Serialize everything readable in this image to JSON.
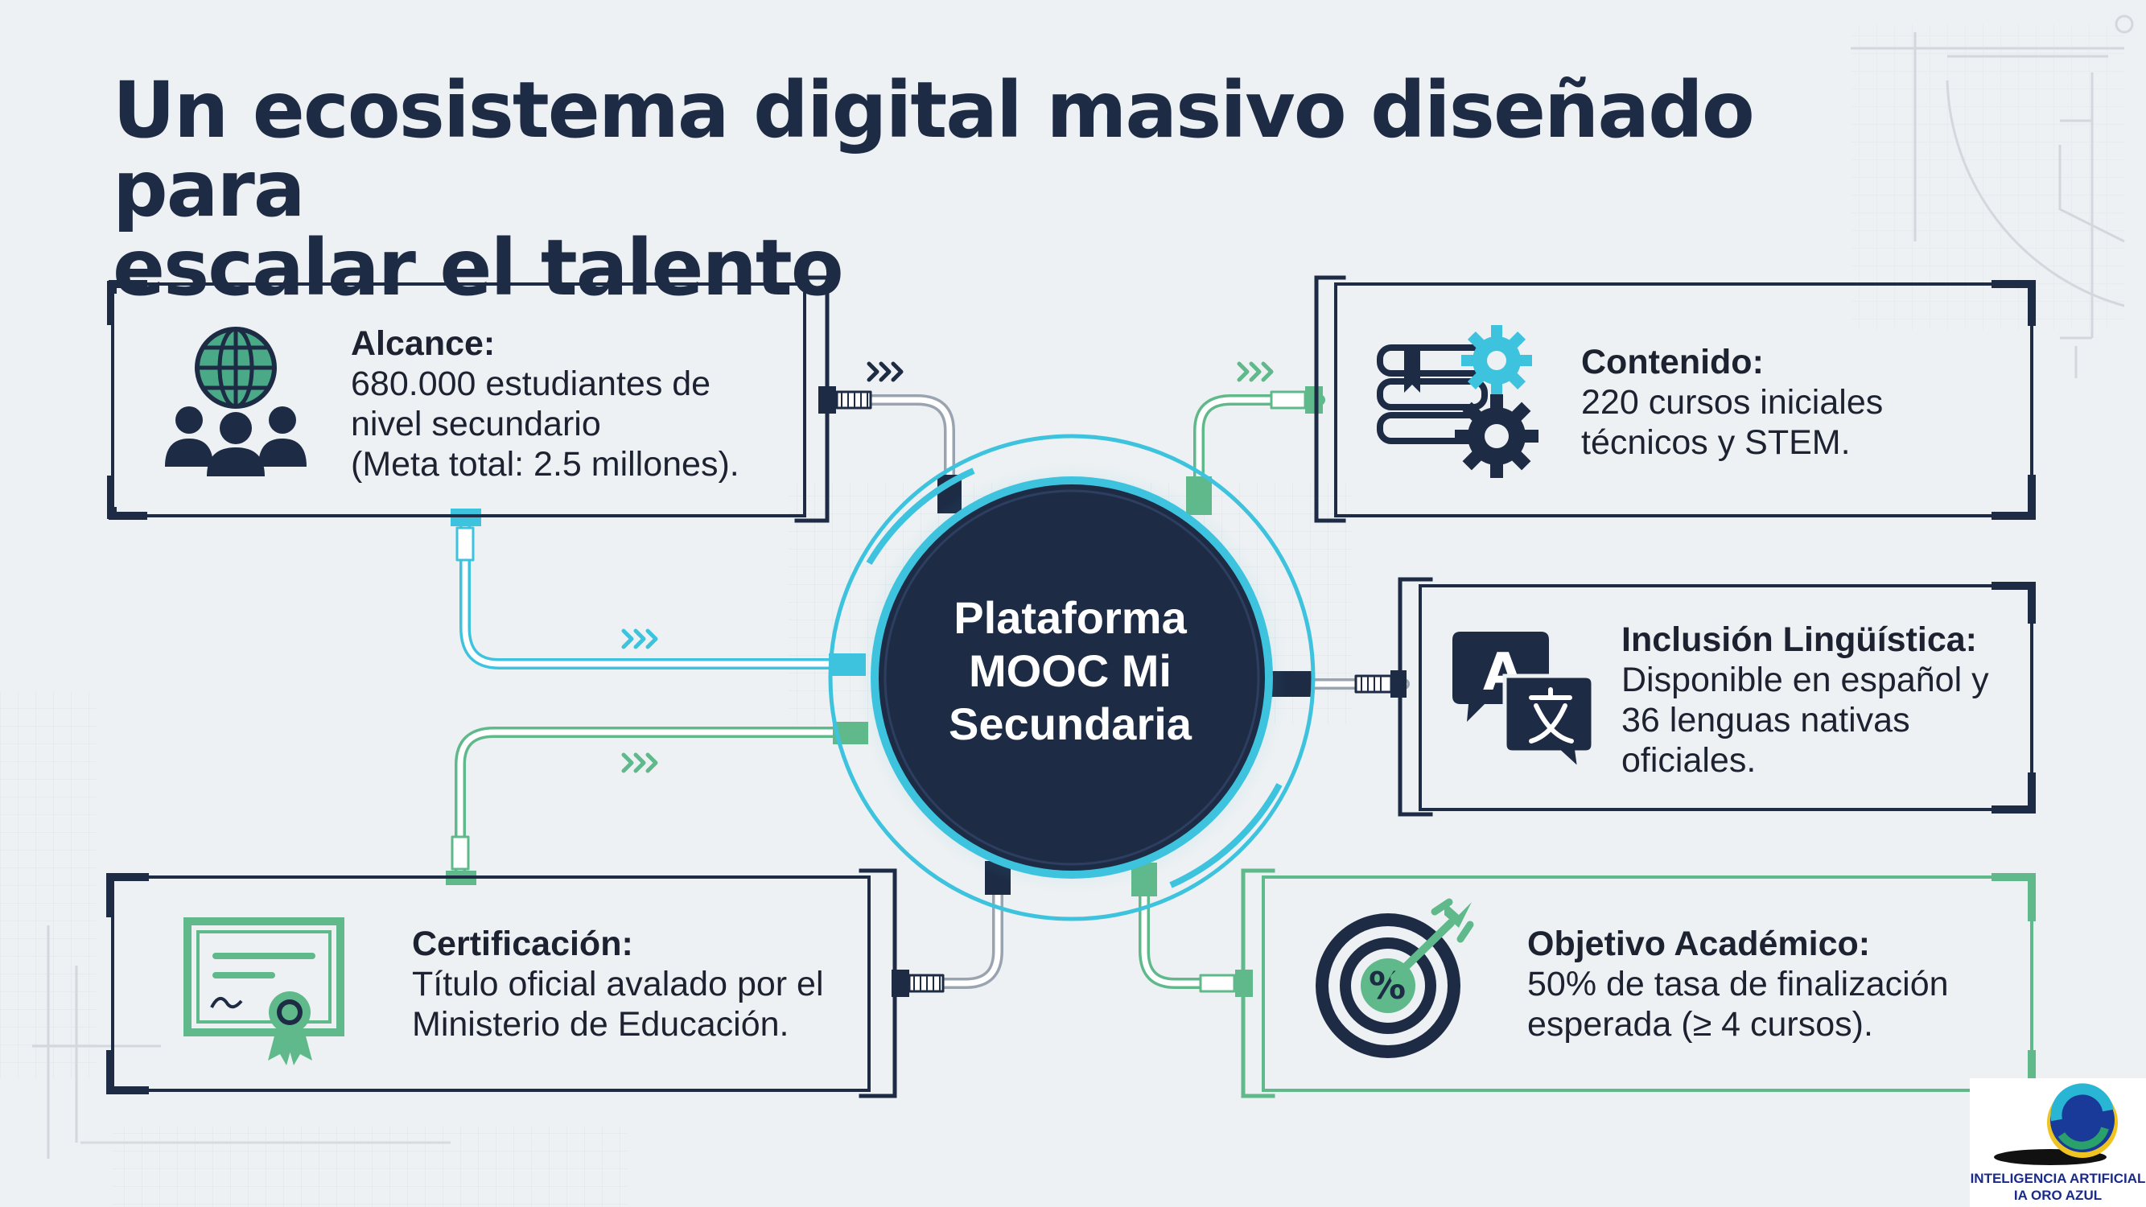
{
  "title": {
    "line1": "Un ecosistema digital masivo diseñado para",
    "line2": "escalar el talento"
  },
  "hub": {
    "line1": "Plataforma",
    "line2": "MOOC Mi",
    "line3": "Secundaria"
  },
  "cards": {
    "alcance": {
      "heading": "Alcance:",
      "lines": [
        "680.000 estudiantes de",
        "nivel secundario",
        "(Meta total: 2.5 millones)."
      ]
    },
    "contenido": {
      "heading": "Contenido:",
      "lines": [
        "220 cursos iniciales",
        "técnicos y STEM."
      ]
    },
    "inclusion": {
      "heading": "Inclusión Lingüística:",
      "lines": [
        "Disponible en español y",
        "36 lenguas nativas",
        "oficiales."
      ]
    },
    "certificacion": {
      "heading": "Certificación:",
      "lines": [
        "Título oficial avalado por el",
        "Ministerio de Educación."
      ]
    },
    "objetivo": {
      "heading": "Objetivo Académico:",
      "lines": [
        "50% de tasa de finalización",
        "esperada (≥ 4 cursos)."
      ]
    }
  },
  "icons": {
    "alcance": "globe-people-icon",
    "contenido": "books-gears-icon",
    "inclusion": "translation-icon",
    "certificacion": "certificate-icon",
    "objetivo": "target-percent-icon"
  },
  "logo": {
    "line1": "INTELIGENCIA ARTIFICIAL",
    "line2": "IA ORO AZUL"
  },
  "colors": {
    "navy": "#1d2b45",
    "cyan": "#3ec3de",
    "green": "#5fb98a",
    "background": "#eef1f3"
  }
}
